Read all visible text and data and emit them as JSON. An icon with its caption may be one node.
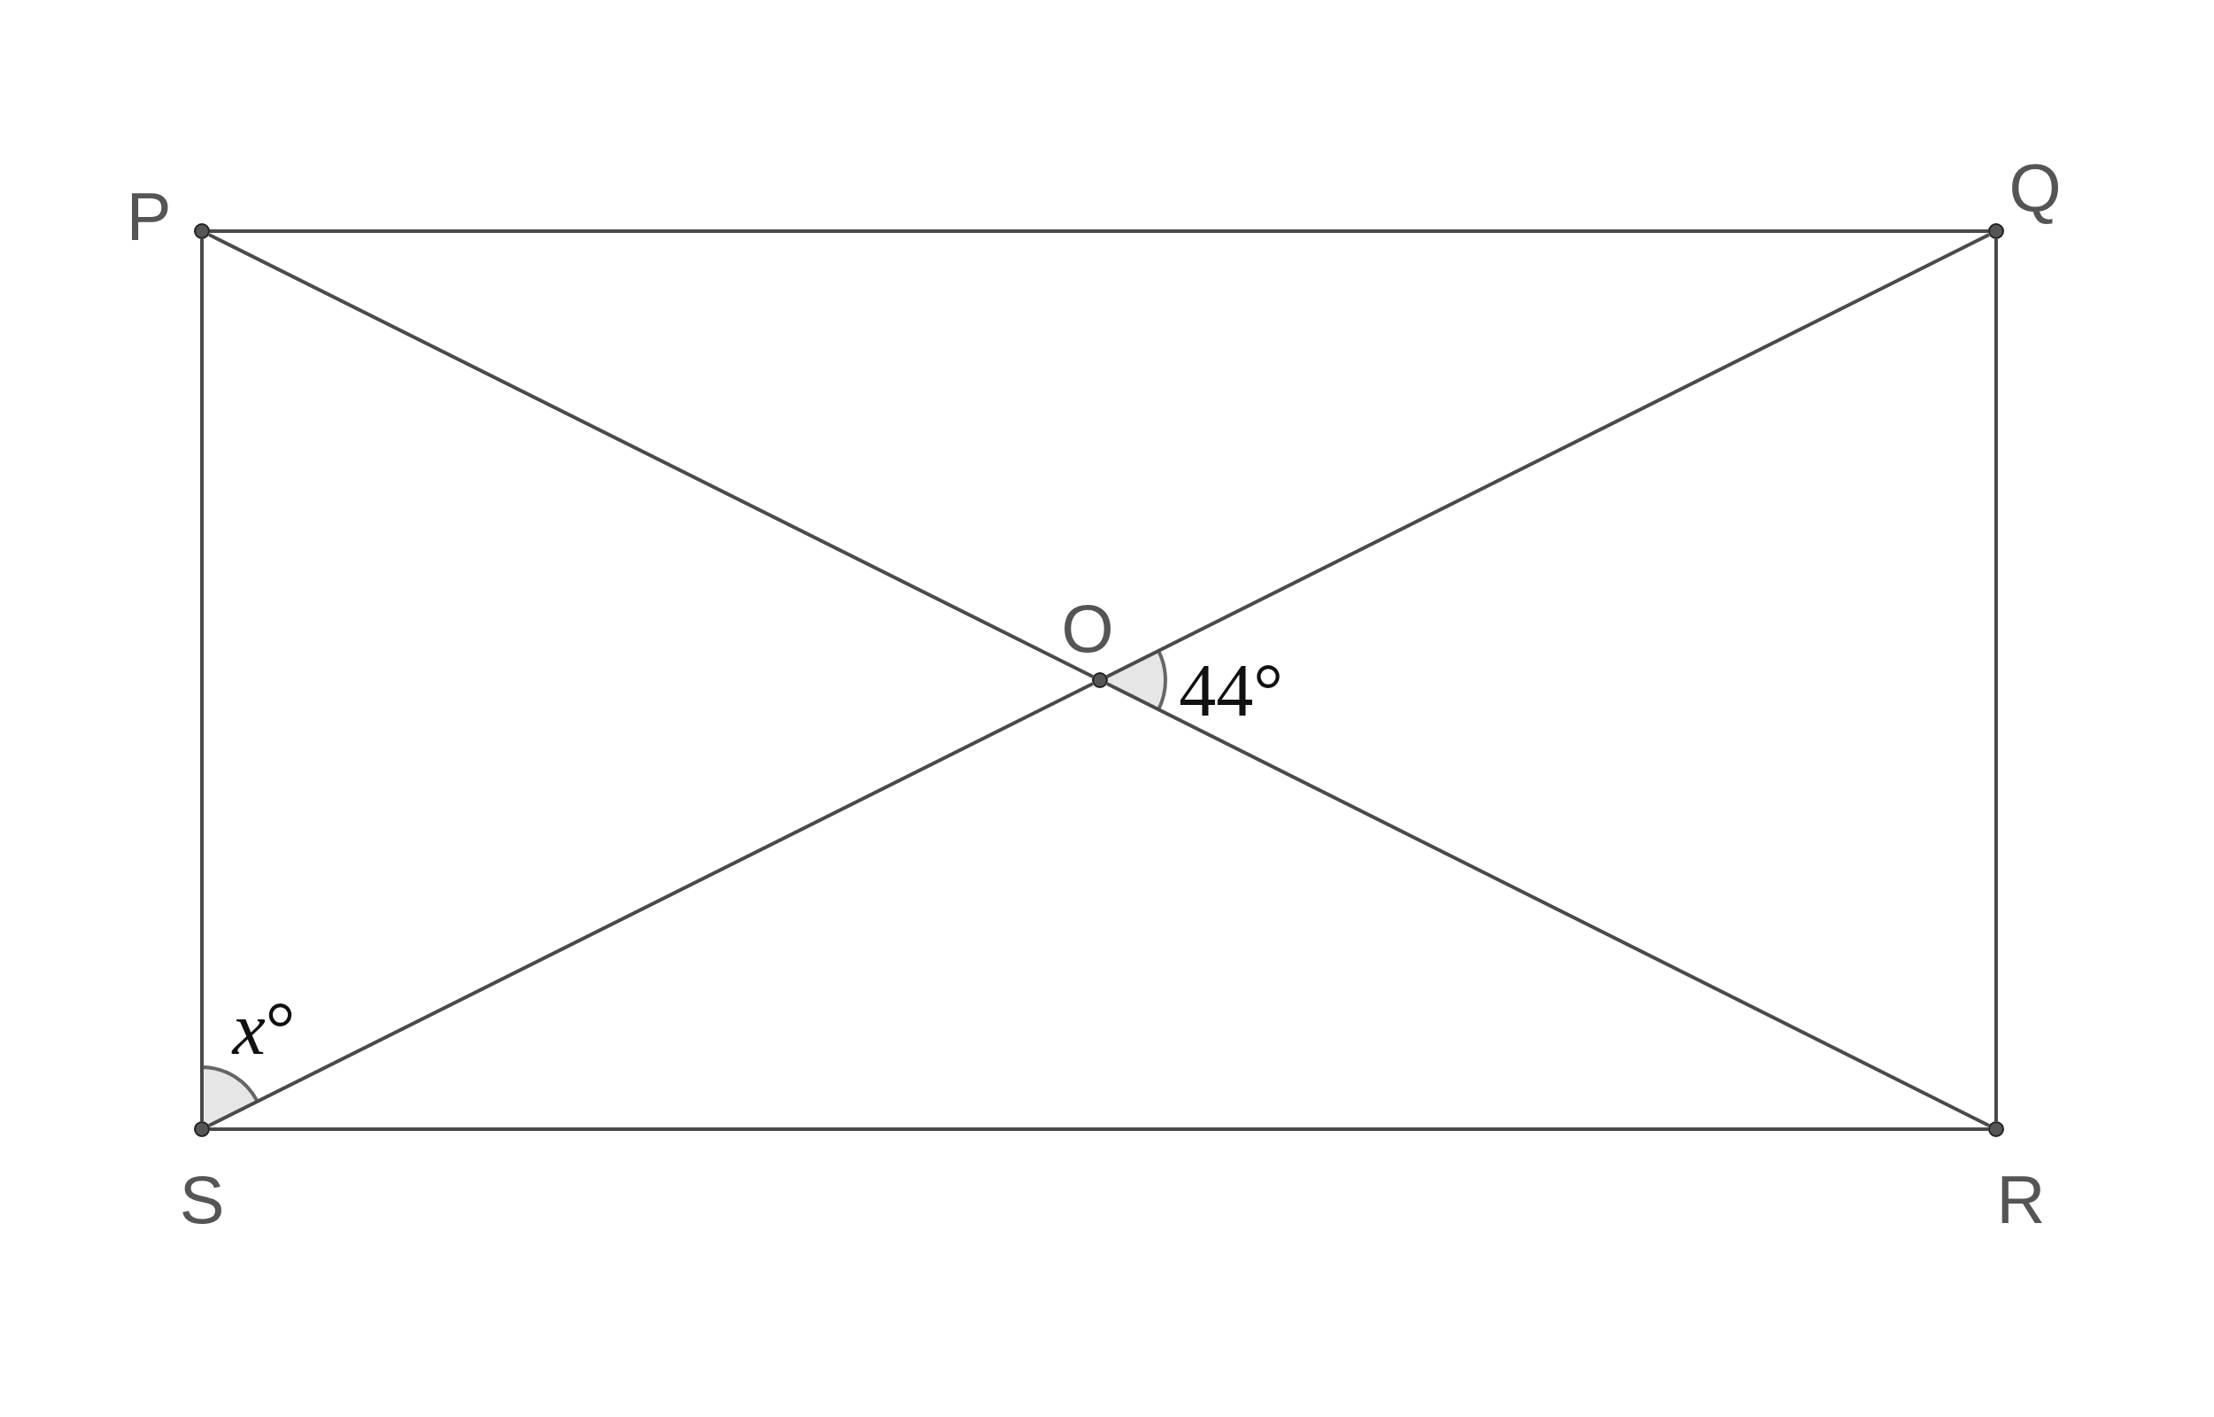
{
  "diagram": {
    "nodes": [
      {
        "text": [],
        "shape": "circle",
        "beside": [
          "P"
        ]
      },
      {
        "text": [],
        "shape": "circle",
        "beside": [
          "Q"
        ]
      },
      {
        "text": [],
        "shape": "circle",
        "beside": [
          "O"
        ]
      },
      {
        "text": [],
        "shape": "circle",
        "beside": [
          "S"
        ]
      },
      {
        "text": [],
        "shape": "circle",
        "beside": [
          "R"
        ]
      }
    ],
    "edges": [
      {
        "from": 0,
        "to": 1,
        "arrow": "none"
      },
      {
        "from": 1,
        "to": 4,
        "arrow": "none"
      },
      {
        "from": 4,
        "to": 3,
        "arrow": "none"
      },
      {
        "from": 3,
        "to": 0,
        "arrow": "none"
      },
      {
        "from": 0,
        "to": 2,
        "arrow": "none"
      },
      {
        "from": 2,
        "to": 4,
        "arrow": "none"
      },
      {
        "from": 1,
        "to": 2,
        "arrow": "none"
      },
      {
        "from": 2,
        "to": 3,
        "arrow": "none"
      }
    ],
    "labels": [
      "*x*°",
      "44°"
    ]
  }
}
